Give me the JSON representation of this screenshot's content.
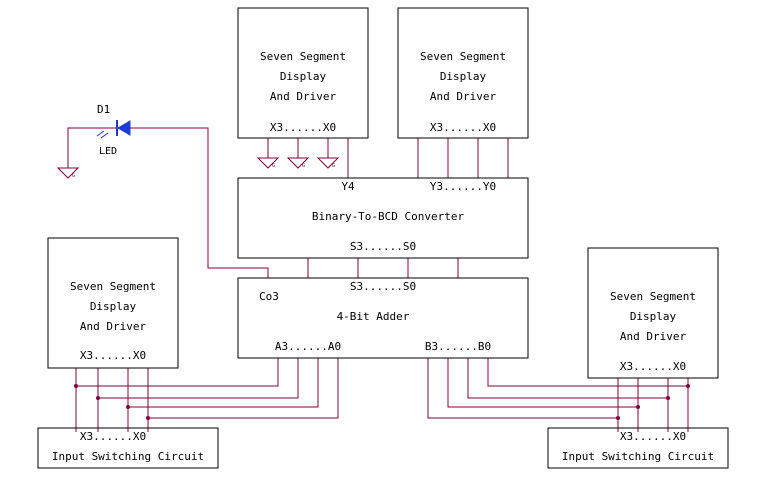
{
  "blocks": {
    "display_top_left": {
      "line1": "Seven Segment",
      "line2": "Display",
      "line3": "And Driver",
      "pins": "X3......X0"
    },
    "display_top_right": {
      "line1": "Seven Segment",
      "line2": "Display",
      "line3": "And Driver",
      "pins": "X3......X0"
    },
    "display_left": {
      "line1": "Seven Segment",
      "line2": "Display",
      "line3": "And Driver",
      "pins": "X3......X0"
    },
    "display_right": {
      "line1": "Seven Segment",
      "line2": "Display",
      "line3": "And Driver",
      "pins": "X3......X0"
    },
    "converter": {
      "title": "Binary-To-BCD Converter",
      "pin_y4": "Y4",
      "pin_y": "Y3......Y0",
      "pin_s": "S3......S0"
    },
    "adder": {
      "title": "4-Bit Adder",
      "pin_s": "S3......S0",
      "pin_co": "Co3",
      "pin_a": "A3......A0",
      "pin_b": "B3......B0"
    },
    "switch_left": {
      "title": "Input Switching Circuit",
      "pins": "X3......X0"
    },
    "switch_right": {
      "title": "Input Switching Circuit",
      "pins": "X3......X0"
    }
  },
  "led": {
    "ref": "D1",
    "label": "LED"
  },
  "colors": {
    "wire": "#800040",
    "led": "#1f3bd6",
    "block_border": "#000000"
  }
}
